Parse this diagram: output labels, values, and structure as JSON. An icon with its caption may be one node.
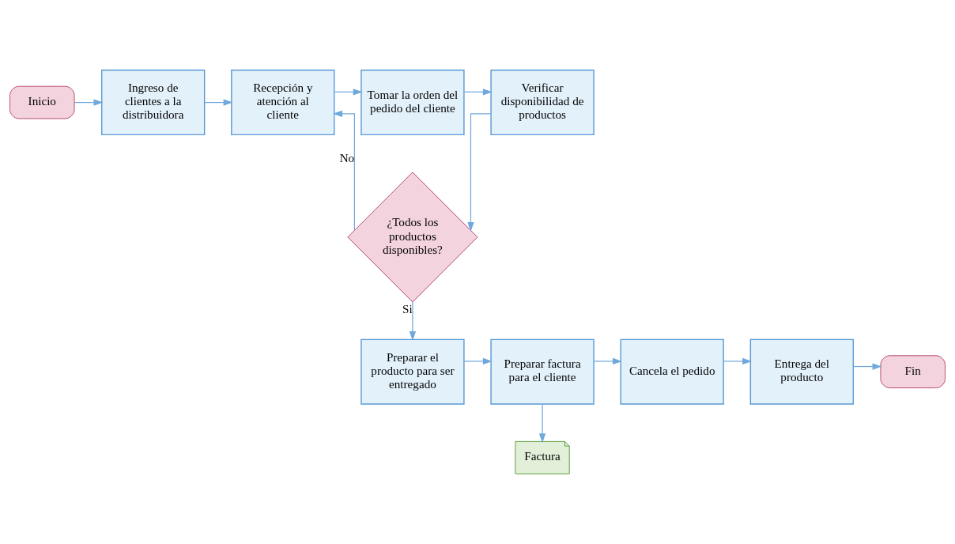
{
  "diagram": {
    "nodes": [
      {
        "text": [
          "Inicio"
        ]
      },
      {
        "text": [
          "Ingreso de clientes a la distribuidora"
        ]
      },
      {
        "text": [
          "Recepción y atención al cliente"
        ]
      },
      {
        "text": [
          "Tomar la orden del pedido del cliente"
        ]
      },
      {
        "text": [
          "Verificar disponibilidad de productos"
        ]
      },
      {
        "text": [
          "¿Todos los productos disponibles?"
        ]
      },
      {
        "text": [
          "Preparar el producto para ser entregado"
        ]
      },
      {
        "text": [
          "Preparar factura para el cliente"
        ]
      },
      {
        "text": [
          "Cancela el pedido"
        ]
      },
      {
        "text": [
          "Entrega del producto"
        ]
      },
      {
        "text": [
          "Fin"
        ]
      },
      {
        "text": [
          "Factura"
        ]
      }
    ],
    "edges": [
      {
        "from": 0,
        "to": 1,
        "arrow": "to"
      },
      {
        "from": 1,
        "to": 2,
        "arrow": "to"
      },
      {
        "from": 2,
        "to": 3,
        "arrow": "to"
      },
      {
        "from": 3,
        "to": 4,
        "arrow": "to"
      },
      {
        "from": 4,
        "to": 5,
        "arrow": "to"
      },
      {
        "from": 5,
        "to": 2,
        "arrow": "to",
        "label": "No"
      },
      {
        "from": 5,
        "to": 6,
        "arrow": "to",
        "label": "Si"
      },
      {
        "from": 6,
        "to": 7,
        "arrow": "to"
      },
      {
        "from": 7,
        "to": 8,
        "arrow": "to"
      },
      {
        "from": 8,
        "to": 9,
        "arrow": "to"
      },
      {
        "from": 9,
        "to": 10,
        "arrow": "to"
      },
      {
        "from": 7,
        "to": 11,
        "arrow": "to"
      }
    ]
  }
}
